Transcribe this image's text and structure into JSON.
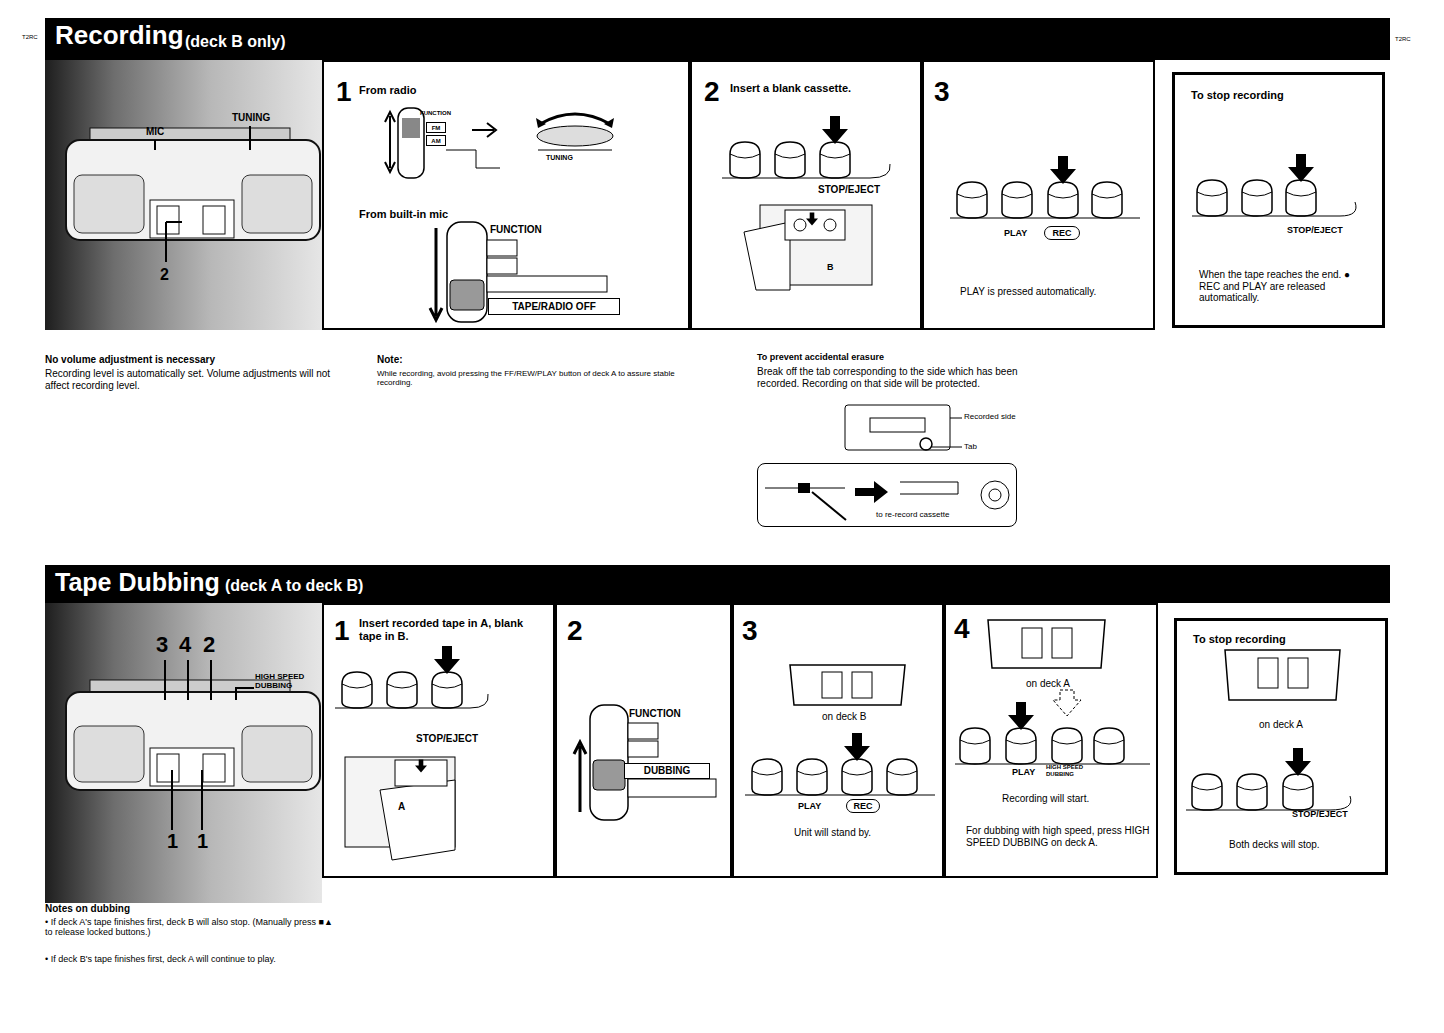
{
  "diagram": {
    "nodes": [
      {
        "text": [
          "Recording",
          "(deck B only)"
        ]
      },
      {
        "text": [
          "1",
          "From radio",
          "FUNCTION",
          "TUNING",
          "From built-in mic",
          "FUNCTION"
        ]
      },
      {
        "text": [
          "FM"
        ],
        "in": 1
      },
      {
        "text": [
          "AM"
        ],
        "in": 1
      },
      {
        "text": [
          "TAPE/RADIO OFF"
        ],
        "in": 1
      },
      {
        "text": [
          "2",
          "Insert a blank cassette.",
          "STOP/EJECT",
          "B"
        ]
      },
      {
        "text": [
          "3",
          "PLAY",
          "PLAY is pressed automatically."
        ]
      },
      {
        "text": [
          "REC"
        ],
        "in": 6
      },
      {
        "text": [
          "To stop recording",
          "STOP/EJECT",
          "When the tape reaches the end. ● REC and PLAY are released automatically."
        ]
      },
      {
        "text": [
          "to re-record cassette"
        ]
      },
      {
        "text": [
          "Tape Dubbing",
          "(deck A to deck B)"
        ]
      },
      {
        "text": [
          "1",
          "Insert recorded tape in A, blank tape in B.",
          "STOP/EJECT",
          "A"
        ]
      },
      {
        "text": [
          "2",
          "FUNCTION"
        ]
      },
      {
        "text": [
          "DUBBING"
        ],
        "in": 12
      },
      {
        "text": [
          "3",
          "on deck B",
          "PLAY",
          "Unit will stand by."
        ]
      },
      {
        "text": [
          "REC"
        ],
        "in": 14
      },
      {
        "text": [
          "4",
          "on deck A",
          "PLAY",
          "HIGH SPEED DUBBING",
          "Recording will start.",
          "For dubbing with high speed, press HIGH SPEED DUBBING on deck A."
        ]
      },
      {
        "text": [
          "To stop recording",
          "on deck A",
          "STOP/EJECT",
          "Both decks will stop."
        ]
      }
    ],
    "labels": [
      "T2RC",
      "T2RC",
      "MIC",
      "TUNING",
      "2",
      "No volume adjustment is necessary",
      "Recording level is automatically set. Volume adjustments will not affect recording level.",
      "Note:",
      "While recording, avoid pressing the FF/REW/PLAY button of deck A to assure stable recording.",
      "To prevent accidental erasure",
      "Break off the tab corresponding to the side which has been recorded. Recording on that side will be protected.",
      "Recorded side",
      "Tab",
      "3",
      "4",
      "2",
      "HIGH SPEED DUBBING",
      "1",
      "1",
      "Notes on dubbing",
      "• If deck A's tape finishes first, deck B will also stop. (Manually press ■▲ to release locked buttons.)",
      "• If deck B's tape finishes first, deck A will continue to play."
    ]
  }
}
